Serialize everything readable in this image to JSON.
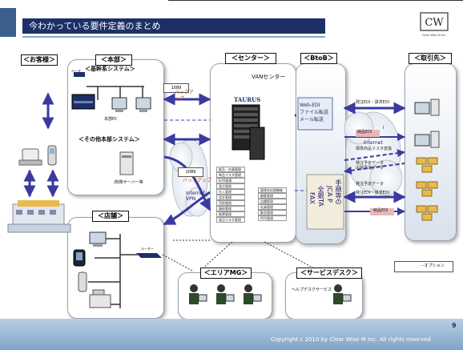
{
  "slide": {
    "title": "今わかっている要件定義のまとめ",
    "logo_text": "CW",
    "logo_caption": "Clear Wise M Inc.",
    "page_number": "9",
    "copyright": "Copyright c 2010 by Clear Wise M Inc. All rights reserved"
  },
  "sections": {
    "customer": "＜お客様＞",
    "hq": "＜本部＞",
    "center": "＜センター＞",
    "btob": "＜BtoB＞",
    "partner": "＜取引先＞",
    "store": "＜店舗＞",
    "area_mg": "＜エリアMG＞",
    "service_desk": "＜サービスデスク＞"
  },
  "hq": {
    "core_system": "＜基幹系システム＞",
    "router": "ルータ",
    "hq_pc": "本部PC",
    "other_systems": "＜その他本部システム＞",
    "finance_server": "/財務サーバー等"
  },
  "center": {
    "van_center": "VANセンター",
    "taurus": "TAURUS",
    "modules_left": [
      "販売・在庫管理",
      "単品マスタ管理",
      "EOS管理",
      "発注管理",
      "仕入管理",
      "会計管理",
      "売掛管理",
      "買掛管理",
      "帳票管理",
      "発注マスタ管理"
    ],
    "modules_right": [
      "管理系処理機能",
      "顧客管理",
      "店舗管理",
      "社員管理",
      "勤怠管理",
      "POS管理"
    ]
  },
  "links": {
    "isdn_top": "1089",
    "backup_top": "バックアップ",
    "isdn_mid": "1089",
    "backup_mid": "バックアップ",
    "internet_vpn": "Internet VPN",
    "internet": "Internet"
  },
  "btob": {
    "web_edi": "Web-EDI",
    "file_transfer": "ファイル転送",
    "mail_transfer": "メール転送",
    "fax_col1": "FAX",
    "fax_col2": "全銀TA",
    "fax_col3": "JCA P",
    "fax_col4": "手順等の"
  },
  "partner": {
    "edi_order_1": "発注EDI・請求EDI",
    "delivery_edi_1": "納品EDI",
    "delivery_1": "I",
    "master_change": "標準商品マスタ変換",
    "order_forecast_1": "発注予定データ",
    "delivery_forecast_1": "出荷予定データ",
    "order_forecast_2": "発注予定データ",
    "edi_order_2": "発注EDI・請求EDI",
    "delivery_edi_2": "納品EDI"
  },
  "store": {
    "router": "ルーター"
  },
  "service_desk": {
    "helpdesk": "ヘルプデスクサービス"
  },
  "legend": {
    "option": "--オプション"
  }
}
